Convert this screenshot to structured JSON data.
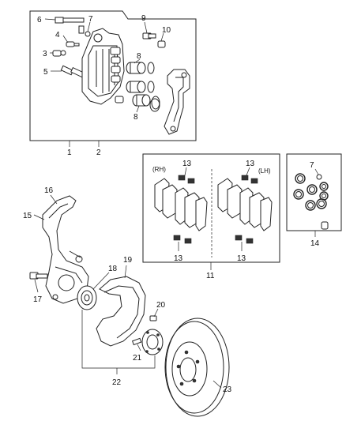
{
  "callouts": {
    "c1": "1",
    "c2": "2",
    "c3": "3",
    "c4": "4",
    "c5": "5",
    "c6": "6",
    "c7a": "7",
    "c7b": "7",
    "c8a": "8",
    "c8b": "8",
    "c9": "9",
    "c10": "10",
    "c11": "11",
    "c13a": "13",
    "c13b": "13",
    "c13c": "13",
    "c13d": "13",
    "c14": "14",
    "c15": "15",
    "c16": "16",
    "c17": "17",
    "c18": "18",
    "c19": "19",
    "c20": "20",
    "c21": "21",
    "c22": "22",
    "c23": "23"
  },
  "side_labels": {
    "rh": "(RH)",
    "lh": "(LH)"
  }
}
